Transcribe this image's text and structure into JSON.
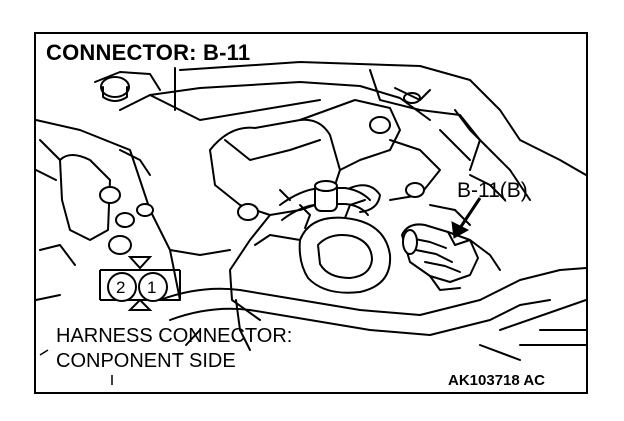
{
  "title": "CONNECTOR: B-11",
  "callout": "B-11(B)",
  "harness_caption_line1": "HARNESS CONNECTOR:",
  "harness_caption_line2": "CONPONENT SIDE",
  "figure_id": "AK103718 AC",
  "connector_pins": [
    "2",
    "1"
  ]
}
